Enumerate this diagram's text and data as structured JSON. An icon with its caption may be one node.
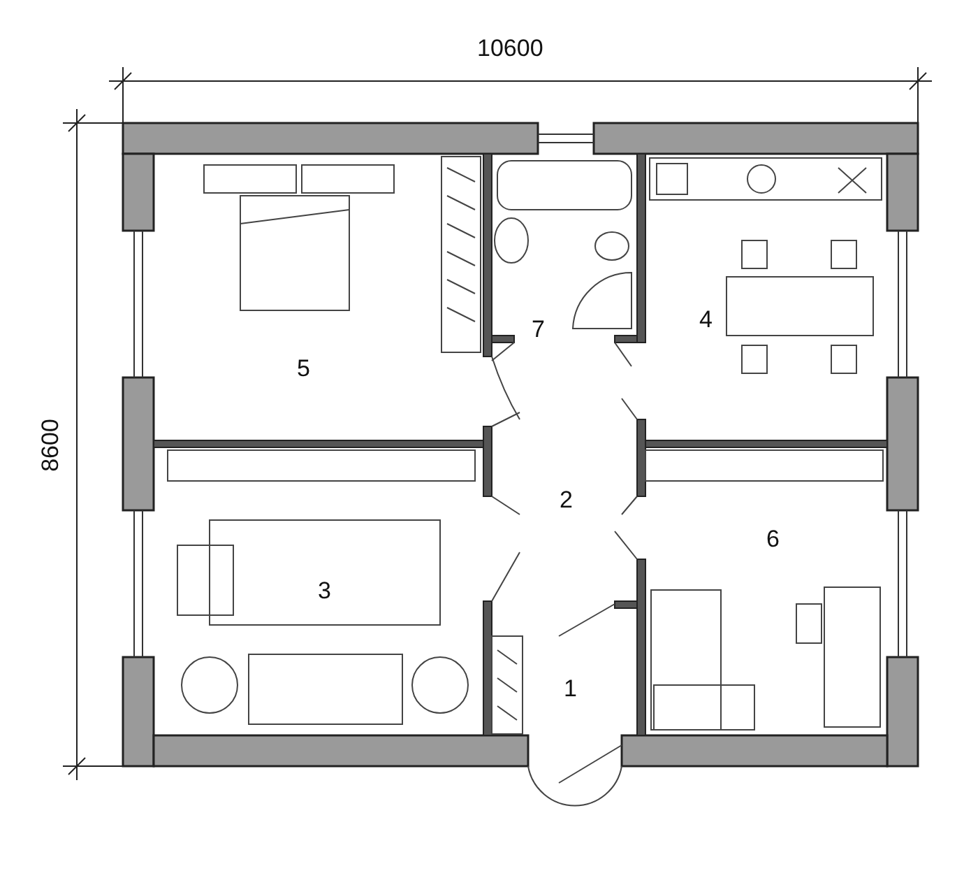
{
  "diagram": {
    "labels": [
      "10600",
      "8600",
      "7",
      "4",
      "5",
      "2",
      "6",
      "3",
      "1"
    ]
  }
}
